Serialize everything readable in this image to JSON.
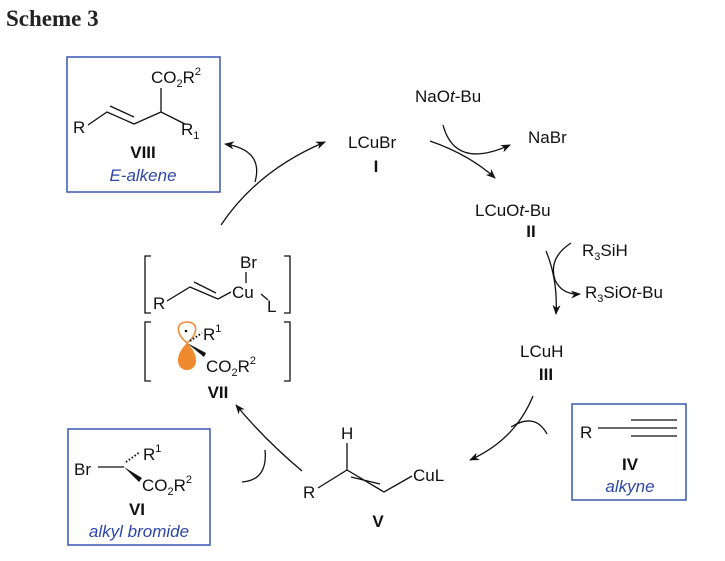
{
  "title": "Scheme 3",
  "colors": {
    "box_border": "#3a55b0",
    "label_blue": "#2d47a8",
    "orbital": "#f08a30"
  },
  "species": {
    "I": {
      "formula": "LCuBr",
      "label": "I"
    },
    "II": {
      "formula_pre": "LCuO",
      "formula_it": "t",
      "formula_post": "-Bu",
      "label": "II"
    },
    "III": {
      "formula": "LCuH",
      "label": "III"
    },
    "IV": {
      "R": "R",
      "label": "IV",
      "caption": "alkyne"
    },
    "V": {
      "H": "H",
      "R": "R",
      "CuL": "CuL",
      "label": "V"
    },
    "VI": {
      "Br": "Br",
      "R": "R",
      "R_sup": "1",
      "CO": "CO",
      "CO_sub": "2",
      "CO_R": "R",
      "CO_sup": "2",
      "label": "VI",
      "caption": "alkyl bromide"
    },
    "VII": {
      "R": "R",
      "Cu": "Cu",
      "Br": "Br",
      "L": "L",
      "R1": "R",
      "R1_sup": "1",
      "CO": "CO",
      "CO_sub": "2",
      "CO_R": "R",
      "CO_sup": "2",
      "label": "VII"
    },
    "VIII": {
      "R": "R",
      "R1": "R",
      "R1_sub": "1",
      "CO": "CO",
      "CO_sub": "2",
      "CO_R": "R",
      "CO_sup": "2",
      "label": "VIII",
      "caption": "E-alkene"
    }
  },
  "reagents": {
    "naotbu": {
      "pre": "NaO",
      "it": "t",
      "post": "-Bu"
    },
    "nabr": "NaBr",
    "r3sih": {
      "R": "R",
      "sub": "3",
      "post": "SiH"
    },
    "r3siotbu": {
      "R": "R",
      "sub": "3",
      "pre": "SiO",
      "it": "t",
      "post": "-Bu"
    }
  }
}
